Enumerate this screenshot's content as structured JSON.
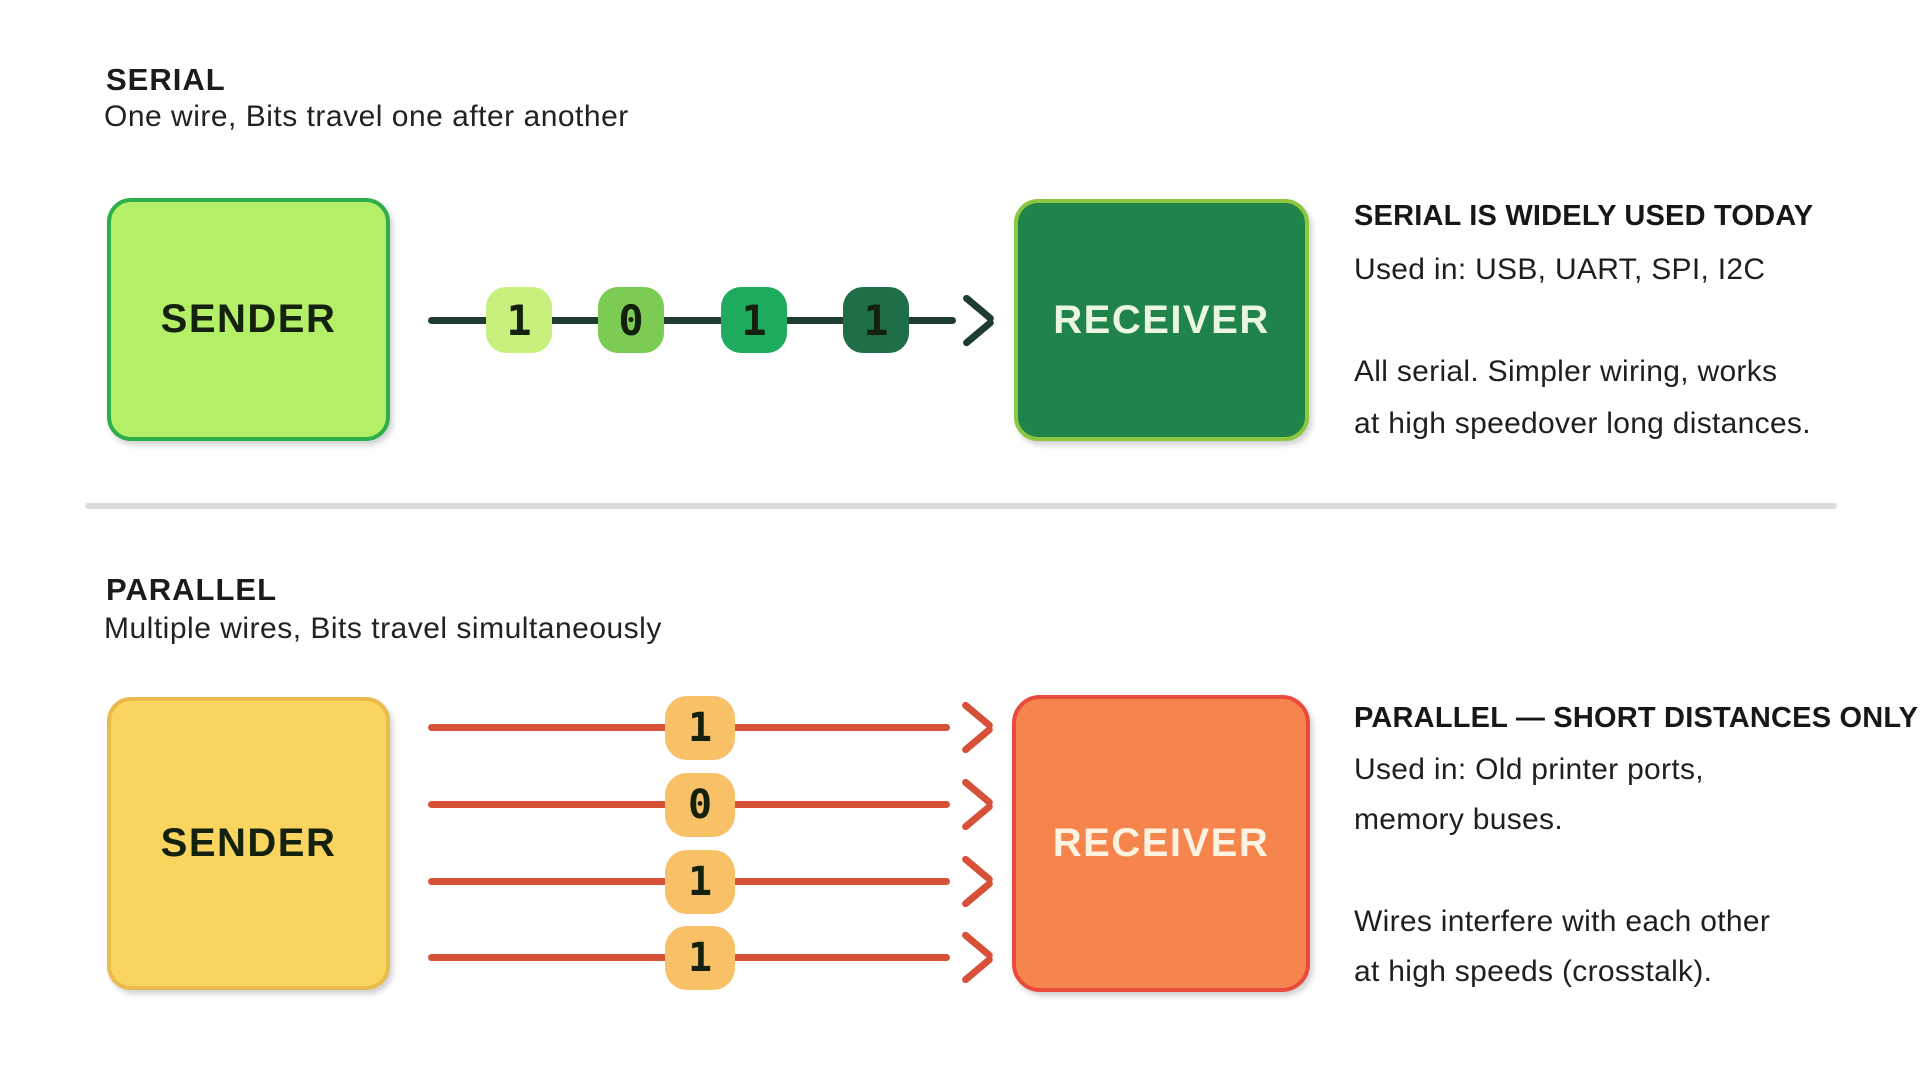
{
  "serial": {
    "title": "SERIAL",
    "subtitle": "One wire, Bits travel one after another",
    "sender_label": "SENDER",
    "receiver_label": "RECEIVER",
    "bits": [
      "1",
      "0",
      "1",
      "1"
    ],
    "bit_colors": [
      "#c8f07d",
      "#7ccb52",
      "#1fab5e",
      "#1e6f48"
    ],
    "wire_color": "#1e3d2f",
    "sender_fill": "#b4f067",
    "sender_border": "#2faf4c",
    "receiver_fill": "#208349",
    "receiver_border": "#8dc63f",
    "note": {
      "heading": "SERIAL IS WIDELY USED TODAY",
      "line1": "Used in: USB, UART, SPI, I2C",
      "line2": "All serial. Simpler wiring, works",
      "line3": "at high speedover long distances."
    }
  },
  "divider_color": "#dcdcdc",
  "parallel": {
    "title": "PARALLEL",
    "subtitle": "Multiple wires, Bits travel simultaneously",
    "sender_label": "SENDER",
    "receiver_label": "RECEIVER",
    "bits": [
      "1",
      "0",
      "1",
      "1"
    ],
    "bit_color": "#f8c167",
    "wire_color": "#d65138",
    "sender_fill": "#f9d55f",
    "sender_border": "#eaba4b",
    "receiver_fill": "#f6854d",
    "receiver_border": "#e84b3c",
    "note": {
      "heading": "PARALLEL — SHORT DISTANCES ONLY",
      "line1": "Used in: Old printer ports,",
      "line2": "memory buses.",
      "line3": "Wires interfere with each other",
      "line4": "at high speeds (crosstalk)."
    }
  }
}
